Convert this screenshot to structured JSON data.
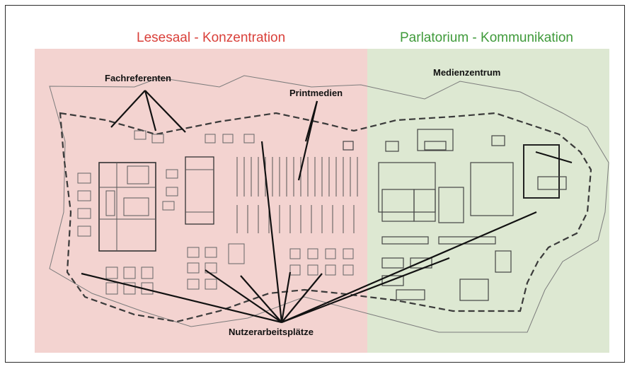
{
  "zones": {
    "left": {
      "title": "Lesesaal - Konzentration",
      "color": "#d9403a",
      "fill": "#f3d3d0"
    },
    "right": {
      "title": "Parlatorium - Kommunikation",
      "color": "#3f9a3a",
      "fill": "#dde8d2"
    }
  },
  "labels": {
    "fachreferenten": "Fachreferenten",
    "printmedien": "Printmedien",
    "medienzentrum": "Medienzentrum",
    "nutzerarbeitsplaetze": "Nutzerarbeitsplätze"
  }
}
